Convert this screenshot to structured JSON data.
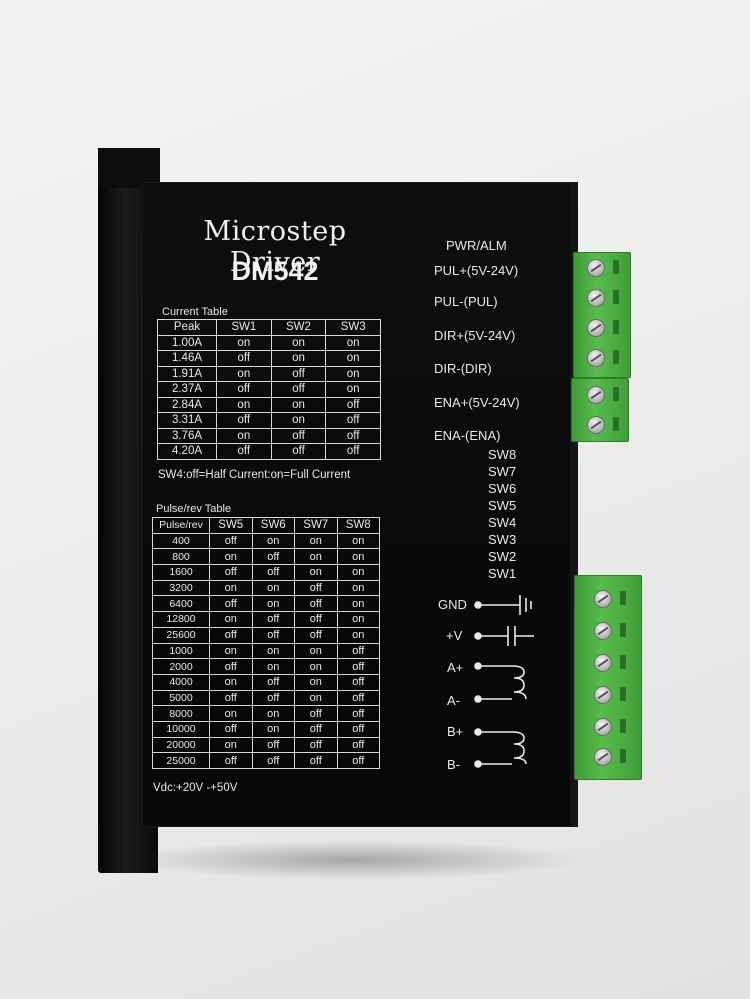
{
  "device": {
    "title": "Microstep Driver",
    "model": "DM542"
  },
  "current_table": {
    "caption": "Current Table",
    "headers": [
      "Peak",
      "SW1",
      "SW2",
      "SW3"
    ],
    "rows": [
      [
        "1.00A",
        "on",
        "on",
        "on"
      ],
      [
        "1.46A",
        "off",
        "on",
        "on"
      ],
      [
        "1.91A",
        "on",
        "off",
        "on"
      ],
      [
        "2.37A",
        "off",
        "off",
        "on"
      ],
      [
        "2.84A",
        "on",
        "on",
        "off"
      ],
      [
        "3.31A",
        "off",
        "on",
        "off"
      ],
      [
        "3.76A",
        "on",
        "off",
        "off"
      ],
      [
        "4.20A",
        "off",
        "off",
        "off"
      ]
    ],
    "note": "SW4:off=Half Current:on=Full Current"
  },
  "pulse_table": {
    "caption": "Pulse/rev Table",
    "headers": [
      "Pulse/rev",
      "SW5",
      "SW6",
      "SW7",
      "SW8"
    ],
    "rows": [
      [
        "400",
        "off",
        "on",
        "on",
        "on"
      ],
      [
        "800",
        "on",
        "off",
        "on",
        "on"
      ],
      [
        "1600",
        "off",
        "off",
        "on",
        "on"
      ],
      [
        "3200",
        "on",
        "on",
        "off",
        "on"
      ],
      [
        "6400",
        "off",
        "on",
        "off",
        "on"
      ],
      [
        "12800",
        "on",
        "off",
        "off",
        "on"
      ],
      [
        "25600",
        "off",
        "off",
        "off",
        "on"
      ],
      [
        "1000",
        "on",
        "on",
        "on",
        "off"
      ],
      [
        "2000",
        "off",
        "on",
        "on",
        "off"
      ],
      [
        "4000",
        "on",
        "off",
        "on",
        "off"
      ],
      [
        "5000",
        "off",
        "off",
        "on",
        "off"
      ],
      [
        "8000",
        "on",
        "on",
        "off",
        "off"
      ],
      [
        "10000",
        "off",
        "on",
        "off",
        "off"
      ],
      [
        "20000",
        "on",
        "off",
        "off",
        "off"
      ],
      [
        "25000",
        "off",
        "off",
        "off",
        "off"
      ]
    ],
    "voltage_note": "Vdc:+20V -+50V"
  },
  "signal_labels": {
    "pwr_alm": "PWR/ALM",
    "pul_plus": "PUL+(5V-24V)",
    "pul_minus": "PUL-(PUL)",
    "dir_plus": "DIR+(5V-24V)",
    "dir_minus": "DIR-(DIR)",
    "ena_plus": "ENA+(5V-24V)",
    "ena_minus": "ENA-(ENA)"
  },
  "switch_labels": [
    "SW8",
    "SW7",
    "SW6",
    "SW5",
    "SW4",
    "SW3",
    "SW2",
    "SW1"
  ],
  "power_labels": {
    "gnd": "GND",
    "vplus": "+V",
    "a_plus": "A+",
    "a_minus": "A-",
    "b_plus": "B+",
    "b_minus": "B-"
  },
  "colors": {
    "housing": "#0a0a0a",
    "terminal_green": "#4cae42",
    "print": "#f2f2f2"
  }
}
